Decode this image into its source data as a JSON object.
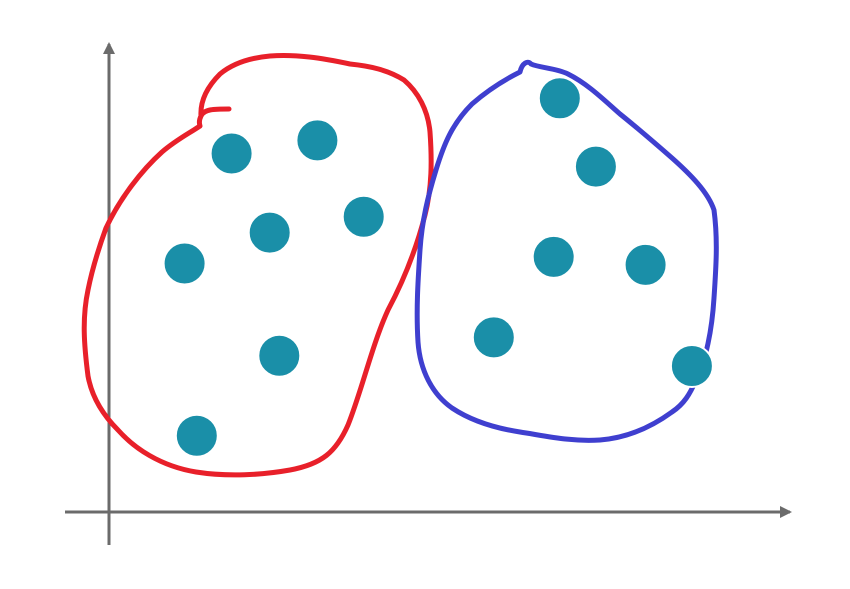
{
  "chart_data": {
    "type": "scatter",
    "title": "",
    "xlabel": "",
    "ylabel": "",
    "grid": false,
    "legend": "none",
    "colors": {
      "axis": "#6b6b6b",
      "point": "#1a8fa8",
      "cluster_a": "#e8202a",
      "cluster_b": "#3f3fcf"
    },
    "xlim": [
      0,
      100
    ],
    "ylim": [
      0,
      100
    ],
    "clusters": [
      {
        "id": "a",
        "color": "#e8202a"
      },
      {
        "id": "b",
        "color": "#3f3fcf"
      }
    ],
    "series": [
      {
        "cluster": "a",
        "points": [
          {
            "x": 18.0,
            "y": 76.6
          },
          {
            "x": 30.6,
            "y": 79.4
          },
          {
            "x": 11.1,
            "y": 53.1
          },
          {
            "x": 23.6,
            "y": 59.7
          },
          {
            "x": 37.4,
            "y": 63.1
          },
          {
            "x": 25.0,
            "y": 33.4
          },
          {
            "x": 12.9,
            "y": 16.3
          }
        ]
      },
      {
        "cluster": "b",
        "points": [
          {
            "x": 66.2,
            "y": 88.4
          },
          {
            "x": 71.5,
            "y": 73.8
          },
          {
            "x": 65.3,
            "y": 54.5
          },
          {
            "x": 78.8,
            "y": 52.8
          },
          {
            "x": 56.5,
            "y": 37.3
          },
          {
            "x": 85.6,
            "y": 31.2
          }
        ]
      }
    ]
  }
}
